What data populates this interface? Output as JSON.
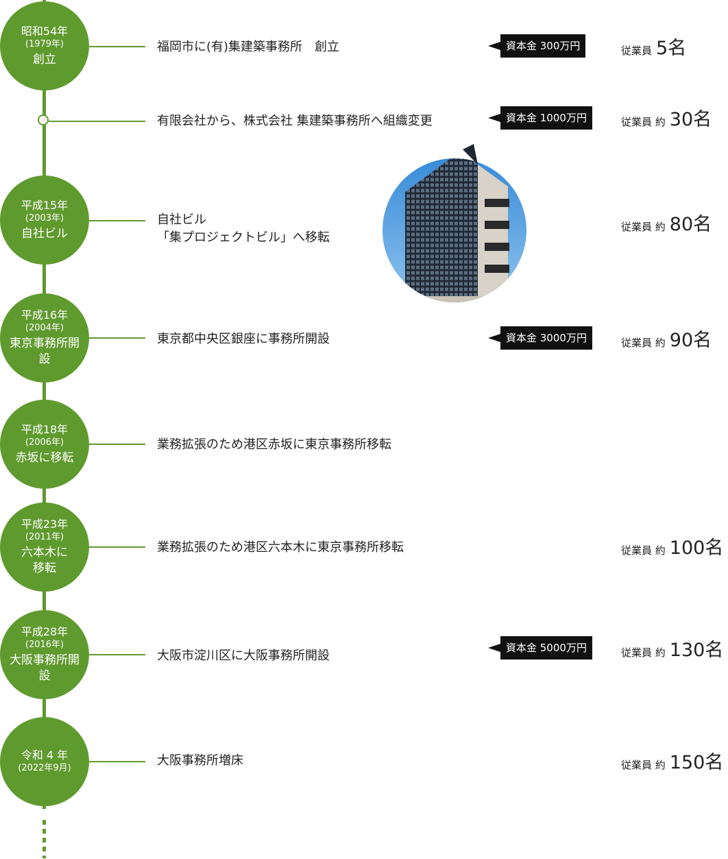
{
  "timeline": [
    {
      "era": "昭和54年",
      "year": "(1979年)",
      "label": "創立",
      "event": [
        "福岡市に(有)集建築事務所　創立"
      ],
      "capital": "資本金 300万円",
      "employees_label": "従業員",
      "employees": "5名"
    },
    {
      "event": [
        "有限会社から、株式会社 集建築事務所へ組織変更"
      ],
      "capital": "資本金 1000万円",
      "employees_label": "従業員 約",
      "employees": "30名"
    },
    {
      "era": "平成15年",
      "year": "(2003年)",
      "label": "自社ビル",
      "event": [
        "自社ビル",
        "「集プロジェクトビル」へ移転"
      ],
      "employees_label": "従業員 約",
      "employees": "80名"
    },
    {
      "era": "平成16年",
      "year": "(2004年)",
      "label": "東京事務所開設",
      "event": [
        "東京都中央区銀座に事務所開設"
      ],
      "capital": "資本金 3000万円",
      "employees_label": "従業員 約",
      "employees": "90名"
    },
    {
      "era": "平成18年",
      "year": "(2006年)",
      "label": "赤坂に移転",
      "event": [
        "業務拡張のため港区赤坂に東京事務所移転"
      ]
    },
    {
      "era": "平成23年",
      "year": "(2011年)",
      "label": "六本木に移転",
      "event": [
        "業務拡張のため港区六本木に東京事務所移転"
      ],
      "employees_label": "従業員 約",
      "employees": "100名"
    },
    {
      "era": "平成28年",
      "year": "(2016年)",
      "label": "大阪事務所開設",
      "event": [
        "大阪市淀川区に大阪事務所開設"
      ],
      "capital": "資本金 5000万円",
      "employees_label": "従業員 約",
      "employees": "130名"
    },
    {
      "era": "令和 4 年",
      "year": "(2022年9月)",
      "label": "",
      "event": [
        "大阪事務所増床"
      ],
      "employees_label": "従業員 約",
      "employees": "150名"
    }
  ],
  "colors": {
    "accent": "#5f9a2e",
    "tag": "#111111"
  }
}
